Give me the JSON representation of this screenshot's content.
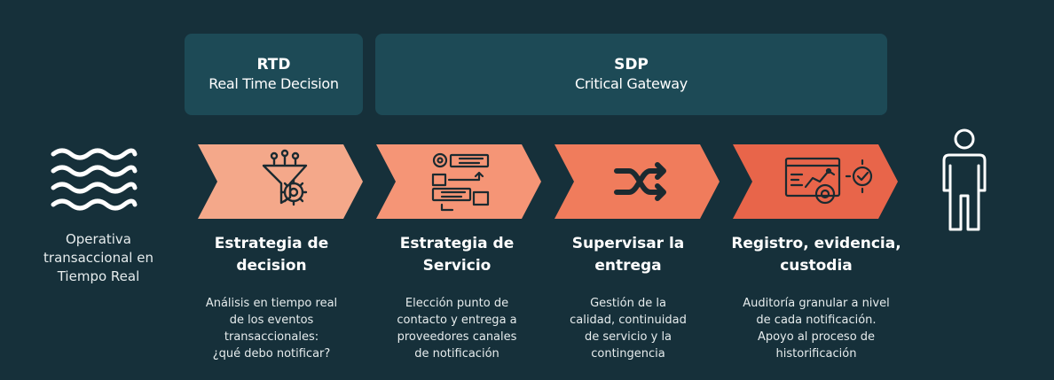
{
  "headers": [
    {
      "title": "RTD",
      "subtitle": "Real Time Decision"
    },
    {
      "title": "SDP",
      "subtitle": "Critical Gateway"
    }
  ],
  "source": {
    "label_lines": [
      "Operativa",
      "transaccional en",
      "Tiempo Real"
    ],
    "icon": "waves-icon"
  },
  "steps": [
    {
      "title_lines": [
        "Estrategia de",
        "decision"
      ],
      "desc_lines": [
        "Análisis en tiempo real",
        "de los eventos",
        "transaccionales:",
        "¿qué debo notificar?"
      ],
      "icon": "funnel-gear-icon",
      "color": "#f4a88a"
    },
    {
      "title_lines": [
        "Estrategia de",
        "Servicio"
      ],
      "desc_lines": [
        "Elección punto de",
        "contacto y entrega a",
        "proveedores canales",
        "de notificación"
      ],
      "icon": "ordered-list-icon",
      "color": "#f59576"
    },
    {
      "title_lines": [
        "Supervisar la",
        "entrega"
      ],
      "desc_lines": [
        "Gestión de la",
        "calidad, continuidad",
        "de servicio y la",
        "contingencia"
      ],
      "icon": "shuffle-icon",
      "color": "#f07c5c"
    },
    {
      "title_lines": [
        "Registro, evidencia,",
        "custodia"
      ],
      "desc_lines": [
        "Auditoría granular a nivel",
        "de cada notificación.",
        "Apoyo al proceso de",
        "historificación"
      ],
      "icon": "dashboard-audit-icon",
      "color": "#e8654a"
    }
  ],
  "target": {
    "icon": "person-icon"
  },
  "colors": {
    "background": "#16303a",
    "header_box": "#1d4a56",
    "icon_stroke": "#1b2a30",
    "text": "#ffffff"
  }
}
